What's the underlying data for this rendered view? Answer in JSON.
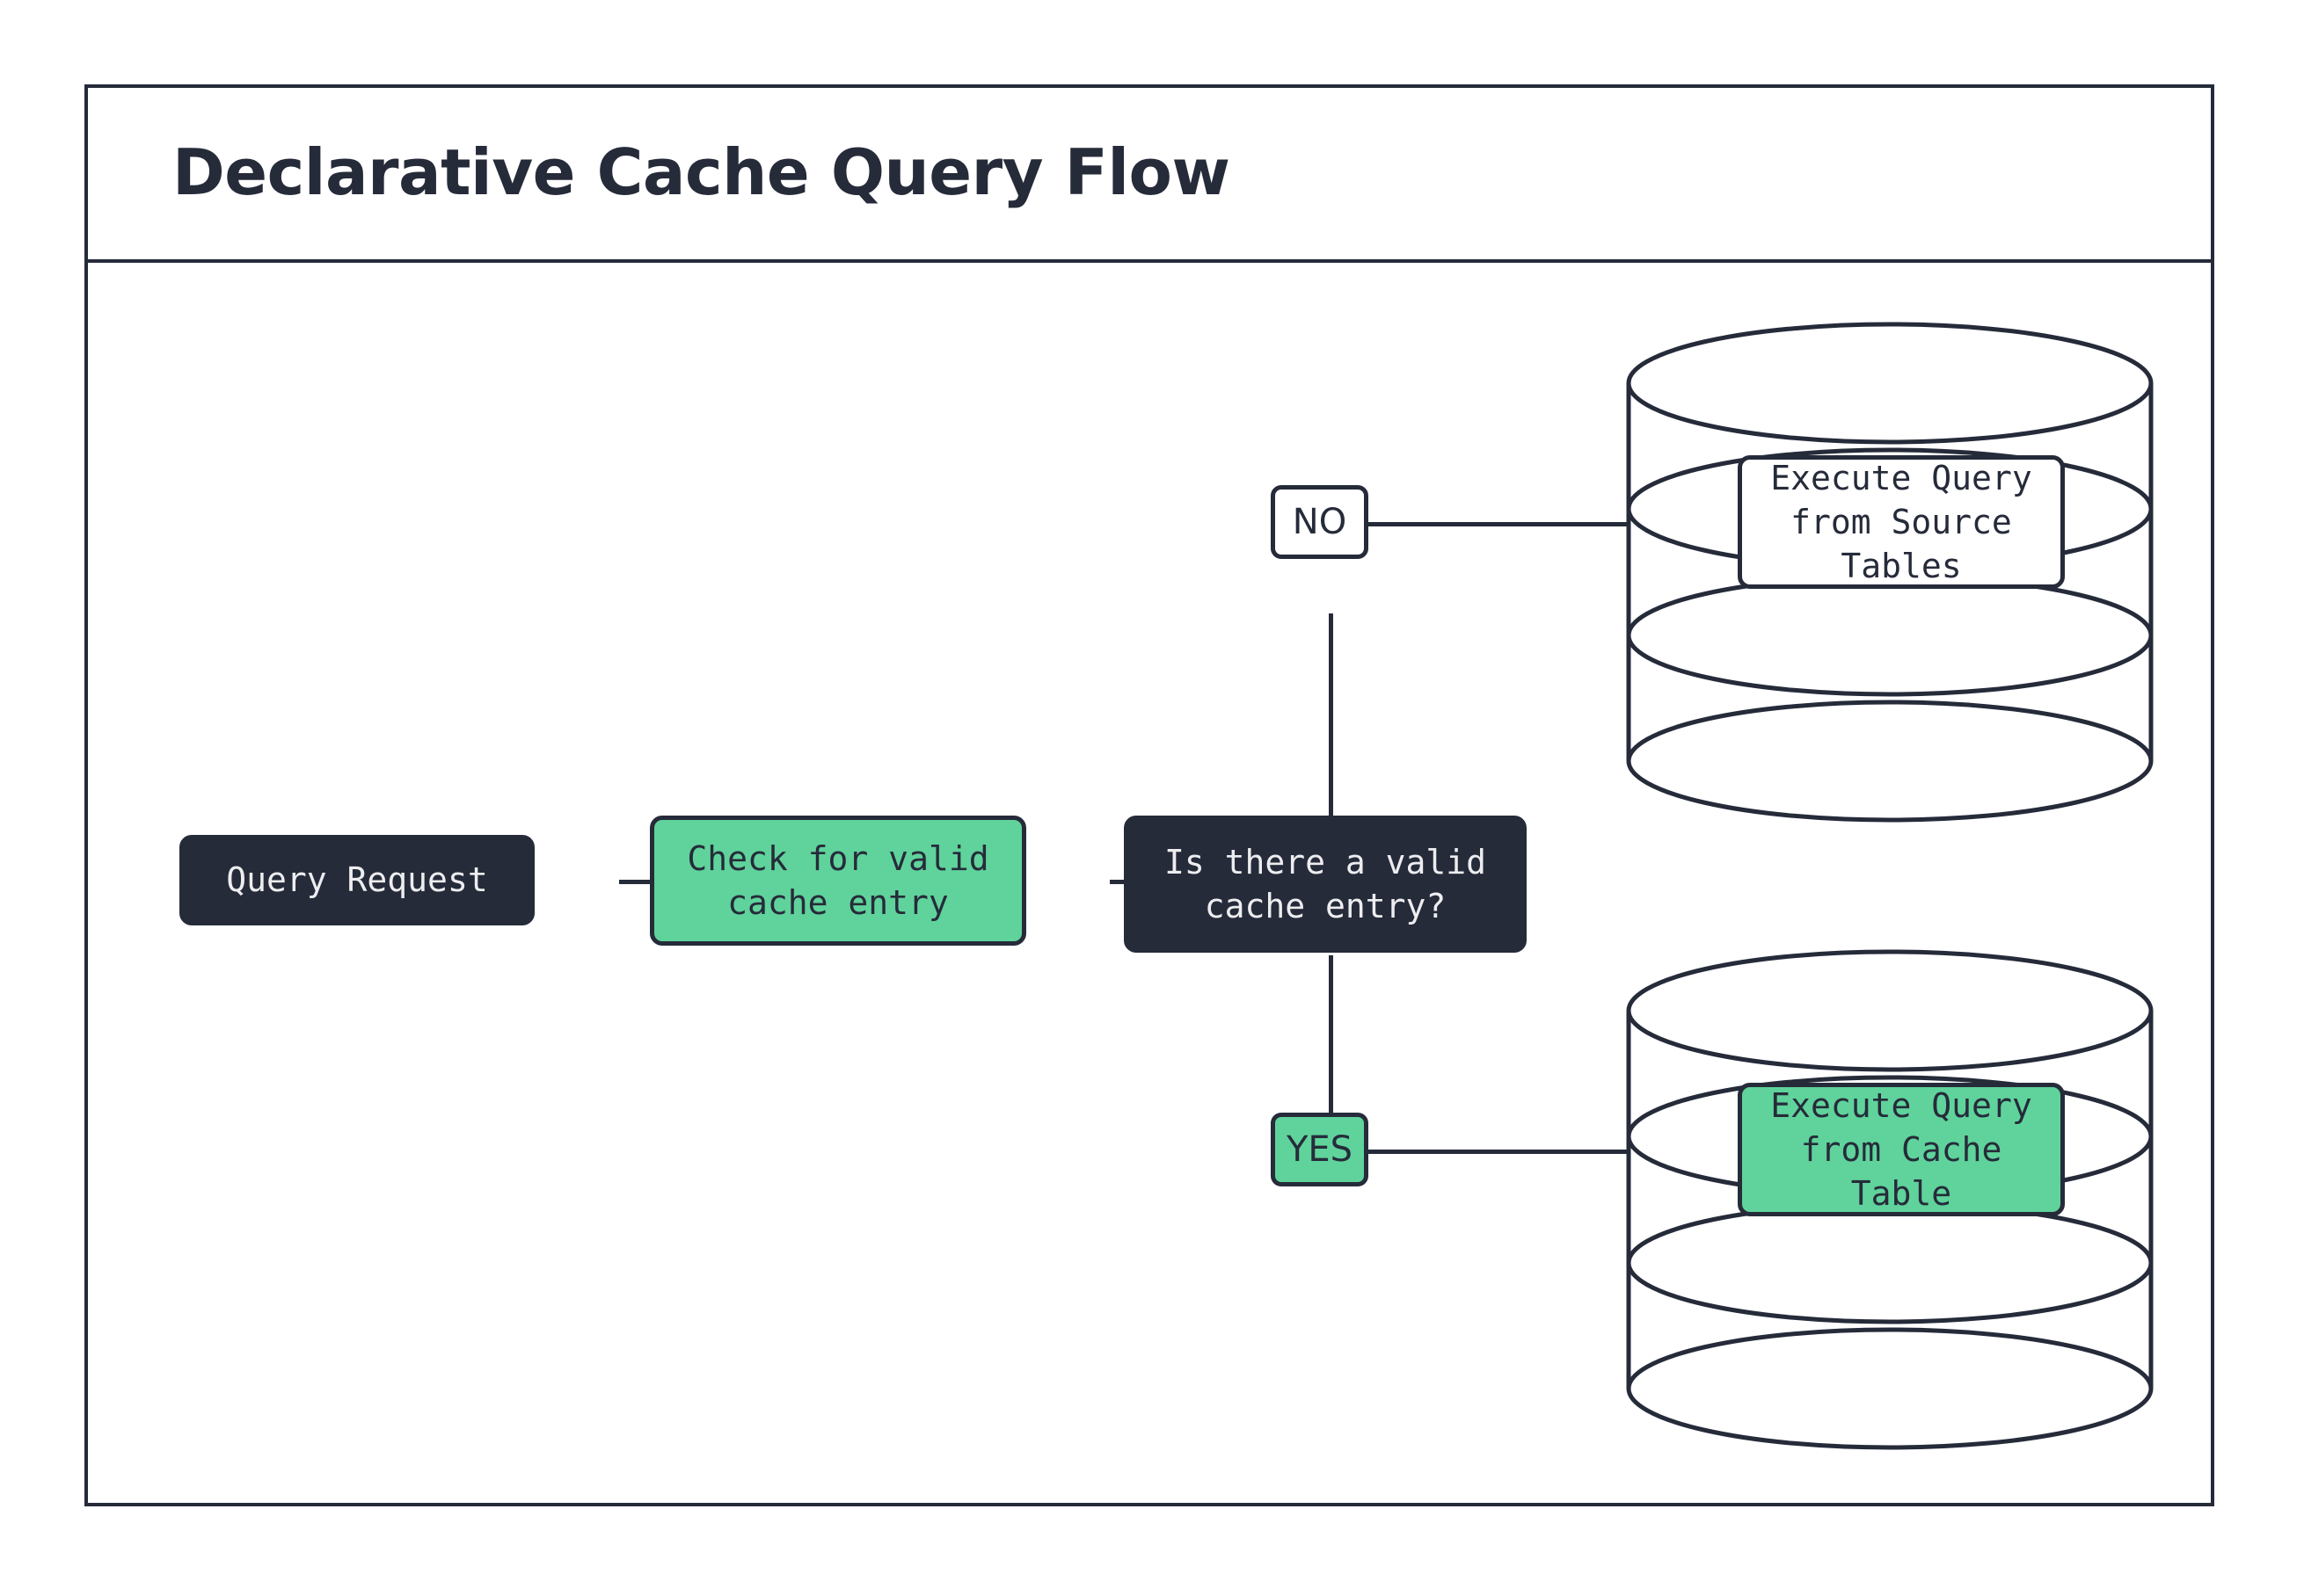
{
  "diagram": {
    "title": "Declarative Cache Query Flow",
    "type": "flowchart",
    "colors": {
      "dark": "#262B3A",
      "green": "#5FD39B",
      "white": "#FFFFFF",
      "text_light": "#EDEDF0"
    },
    "nodes": {
      "query_request": {
        "label": "Query Request",
        "style": "dark",
        "shape": "rounded-rect"
      },
      "check_cache": {
        "label": "Check for valid\ncache entry",
        "style": "green",
        "shape": "rounded-rect"
      },
      "decision": {
        "label": "Is there a valid\ncache entry?",
        "style": "dark",
        "shape": "rounded-rect"
      },
      "source_tables_db": {
        "label": "Execute Query\nfrom Source Tables",
        "style": "white",
        "shape": "database-cylinder"
      },
      "cache_table_db": {
        "label": "Execute Query\nfrom Cache Table",
        "style": "green",
        "shape": "database-cylinder"
      }
    },
    "branches": {
      "no": {
        "label": "NO",
        "style": "white"
      },
      "yes": {
        "label": "YES",
        "style": "green"
      }
    },
    "edges": [
      {
        "from": "query_request",
        "to": "check_cache"
      },
      {
        "from": "check_cache",
        "to": "decision"
      },
      {
        "from": "decision",
        "to": "no"
      },
      {
        "from": "no",
        "to": "source_tables_db"
      },
      {
        "from": "decision",
        "to": "yes"
      },
      {
        "from": "yes",
        "to": "cache_table_db"
      }
    ]
  }
}
